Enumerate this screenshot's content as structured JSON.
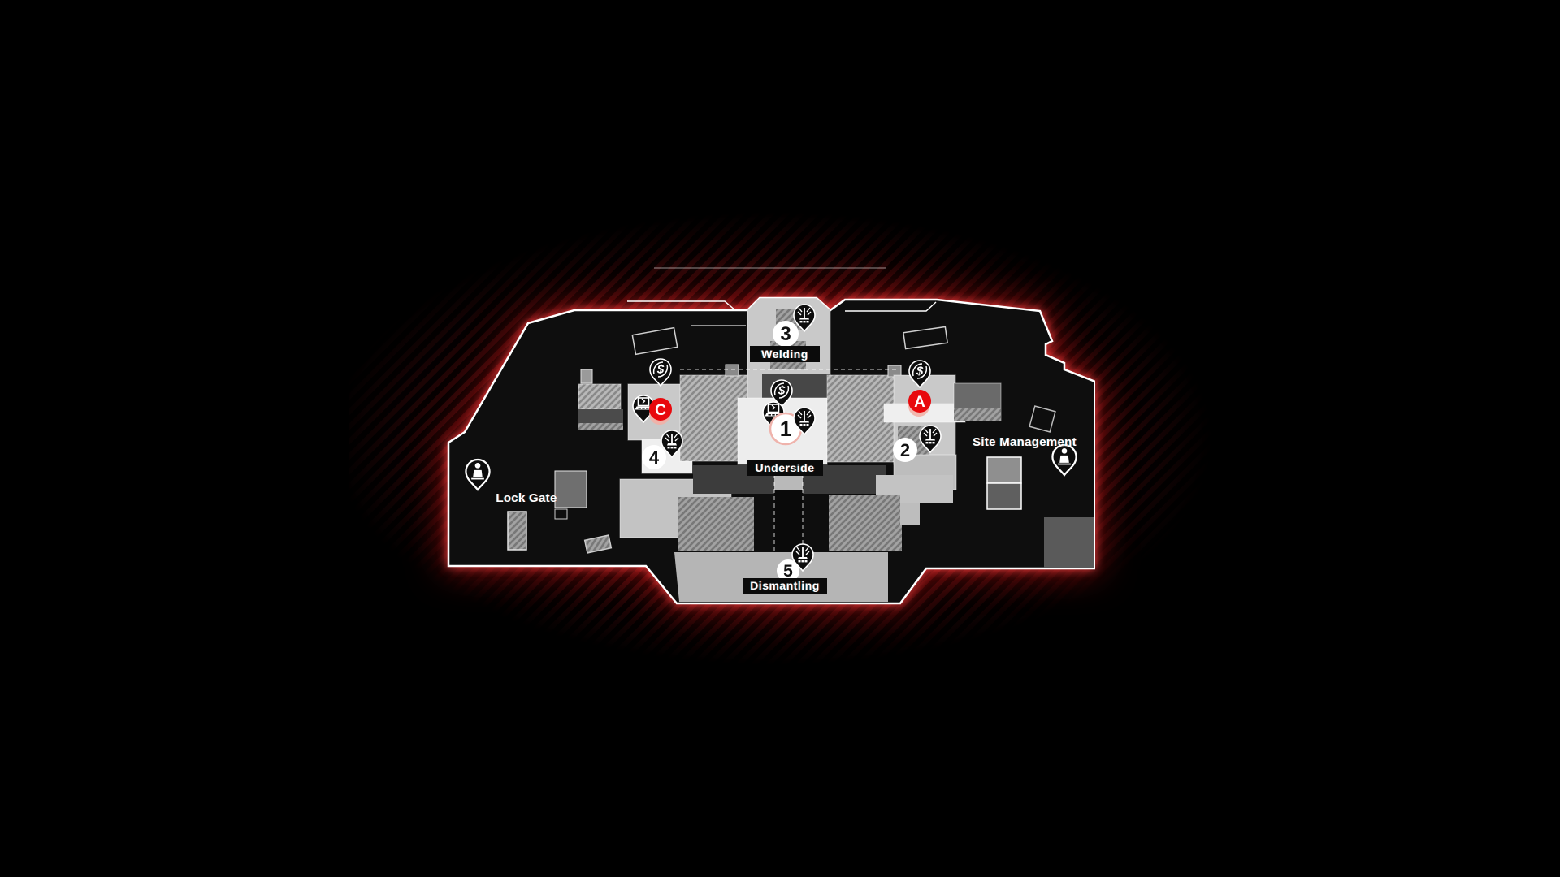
{
  "map": {
    "labels": {
      "welding": "Welding",
      "underside": "Underside",
      "dismantling": "Dismantling",
      "lock_gate": "Lock Gate",
      "site_management": "Site Management"
    },
    "numbered_markers": {
      "n1": "1",
      "n2": "2",
      "n3": "3",
      "n4": "4",
      "n5": "5"
    },
    "letter_markers": {
      "c": "C",
      "a": "A"
    },
    "colors": {
      "objective_red": "#e8090d",
      "marker_halo_pink": "#f2b0a6",
      "marker_ring_pink": "#efb3ac",
      "outline": "#ffffff",
      "stripe_red": "#4a0a0b"
    },
    "icons": {
      "hardpoint": "hardpoint-beacon-icon",
      "site": "laptop-icon",
      "cash": "cash-scribble-icon",
      "spawn": "spawn-person-icon"
    }
  }
}
